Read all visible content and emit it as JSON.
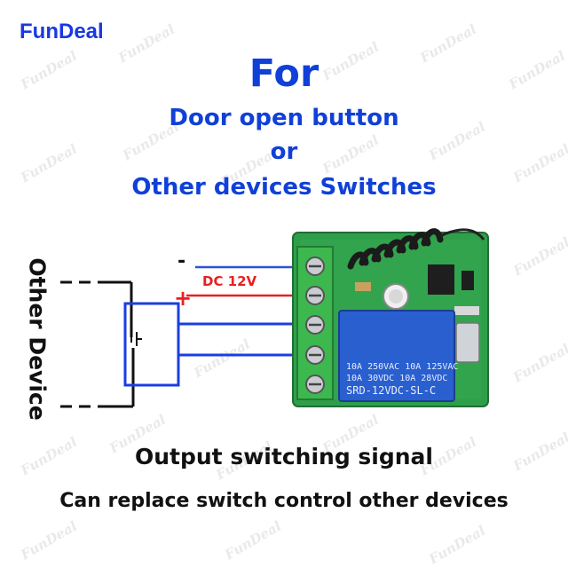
{
  "brand": {
    "name": "FunDeal",
    "color": "#1a38e0"
  },
  "watermark": {
    "text": "FunDeal"
  },
  "heading": {
    "for": "For",
    "line1": "Door open button",
    "line2": "or",
    "line3": "Other devices Switches",
    "color": "#1040d8"
  },
  "diagram": {
    "side_label": "Other Device",
    "minus_sign": "-",
    "plus_sign": "+",
    "dc_label": "DC 12V",
    "wire_colors": {
      "negative": "#2a52e0",
      "positive": "#e82020",
      "signal": "#1a3fe0"
    },
    "relay": {
      "line1": "10A 250VAC  10A 125VAC",
      "line2": "10A  30VDC  10A  28VDC",
      "model": "SRD-12VDC-SL-C",
      "color": "#2a5fd0"
    },
    "board_color": "#2f9e4a",
    "terminal_color": "#3cb84e"
  },
  "captions": {
    "output": "Output switching signal",
    "replace": "Can replace switch control other devices"
  }
}
